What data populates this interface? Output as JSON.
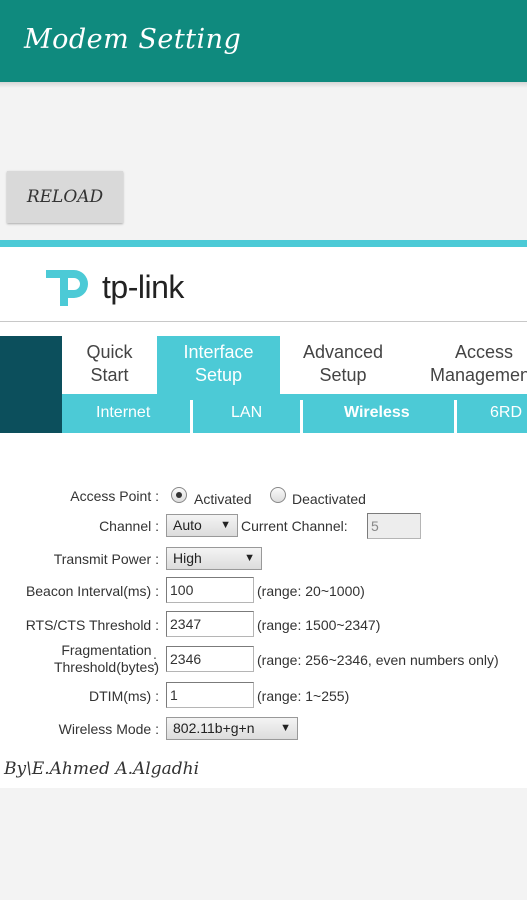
{
  "app": {
    "title": "Modem Setting",
    "reload_label": "RELOAD"
  },
  "brand": {
    "name": "tp-link"
  },
  "nav": {
    "tabs": [
      {
        "label_line1": "Quick",
        "label_line2": "Start"
      },
      {
        "label_line1": "Interface",
        "label_line2": "Setup"
      },
      {
        "label_line1": "Advanced",
        "label_line2": "Setup"
      },
      {
        "label_line1": "Access",
        "label_line2": "Management"
      }
    ],
    "subtabs": [
      "Internet",
      "LAN",
      "Wireless",
      "6RD"
    ]
  },
  "form": {
    "access_point": {
      "label": "Access Point :",
      "option_on": "Activated",
      "option_off": "Deactivated"
    },
    "channel": {
      "label": "Channel :",
      "value": "Auto",
      "current_label": "Current Channel:",
      "current_value": "5"
    },
    "transmit_power": {
      "label": "Transmit Power :",
      "value": "High"
    },
    "beacon": {
      "label": "Beacon Interval(ms) :",
      "value": "100",
      "hint": "(range: 20~1000)"
    },
    "rts": {
      "label": "RTS/CTS Threshold :",
      "value": "2347",
      "hint": "(range: 1500~2347)"
    },
    "frag": {
      "label_line1": "Fragmentation",
      "label_line2": "Threshold(bytes)",
      "colon": ":",
      "value": "2346",
      "hint": "(range: 256~2346, even numbers only)"
    },
    "dtim": {
      "label": "DTIM(ms) :",
      "value": "1",
      "hint": "(range: 1~255)"
    },
    "wireless_mode": {
      "label": "Wireless Mode :",
      "value": "802.11b+g+n"
    }
  },
  "footer": {
    "byline": "By\\E.Ahmed A.Algadhi"
  },
  "colors": {
    "appbar": "#0f8a7e",
    "accent": "#4ccad6",
    "dark": "#0c4f5c"
  },
  "icons": {
    "dropdown": "triangle-down-icon"
  }
}
